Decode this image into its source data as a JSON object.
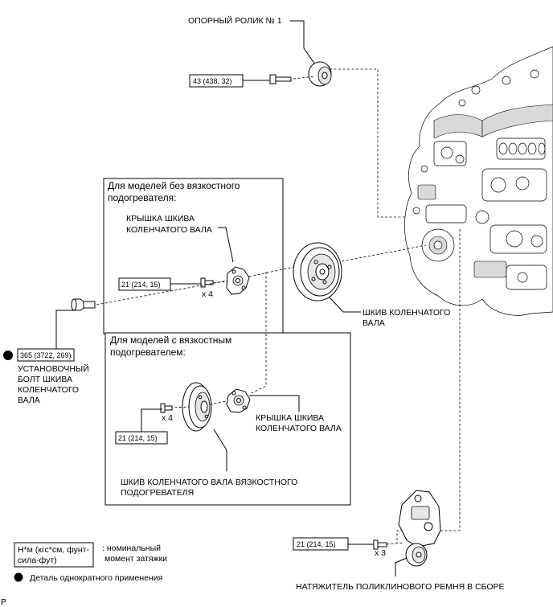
{
  "labels": {
    "idler_pulley": "ОПОРНЫЙ РОЛИК № 1",
    "crank_pulley": "ШКИВ КОЛЕНЧАТОГО",
    "crank_pulley_2": "ВАЛА",
    "set_bolt_1": "УСТАНОВОЧНЫЙ",
    "set_bolt_2": "БОЛТ ШКИВА",
    "set_bolt_3": "КОЛЕНЧАТОГО",
    "set_bolt_4": "ВАЛА",
    "cover_top_1": "КРЫШКА ШКИВА",
    "cover_top_2": "КОЛЕНЧАТОГО ВАЛА",
    "cover_bottom_1": "КРЫШКА ШКИВА",
    "cover_bottom_2": "КОЛЕНЧАТОГО ВАЛА",
    "viscous_pulley_1": "ШКИВ КОЛЕНЧАТОГО ВАЛА ВЯЗКОСТНОГО",
    "viscous_pulley_2": "ПОДОГРЕВАТЕЛЯ",
    "tensioner": "НАТЯЖИТЕЛЬ ПОЛИКЛИНОВОГО РЕМНЯ В СБОРЕ"
  },
  "boxes": {
    "without_heater_1": "Для моделей без вязкостного",
    "without_heater_2": "подогревателя:",
    "with_heater_1": "Для моделей с вязкостным",
    "with_heater_2": "подогревателем:"
  },
  "torques": {
    "idler": "43 (438, 32)",
    "bolt": "365 (3722, 269)",
    "cover_top": "21 (214, 15)",
    "cover_bottom": "21 (214, 15)",
    "tensioner": "21 (214, 15)"
  },
  "quantities": {
    "cover_top": "x 4",
    "cover_bottom": "x 4",
    "tensioner": "x 3"
  },
  "legend": {
    "torque_unit_1": "Н*м (кгс*см, фунт-",
    "torque_unit_2": "сила-фут)",
    "torque_desc_1": ": номинальный",
    "torque_desc_2": "момент затяжки",
    "non_reusable": "Деталь однократного применения"
  },
  "corner_mark": "P"
}
